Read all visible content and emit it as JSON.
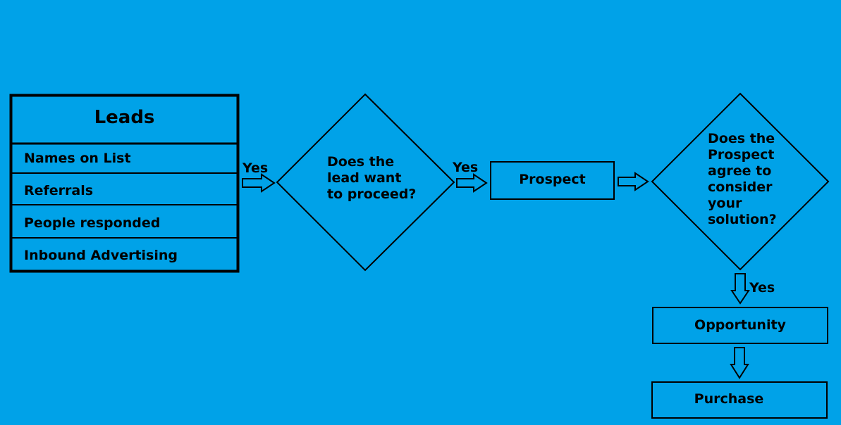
{
  "leads": {
    "title": "Leads",
    "items": [
      "Names on List",
      "Referrals",
      "People responded",
      "Inbound Advertising"
    ]
  },
  "decision1": {
    "text": "Does the\nlead want\nto proceed?"
  },
  "prospect": {
    "label": "Prospect"
  },
  "decision2": {
    "text": "Does the\nProspect\nagree to\nconsider\nyour\nsolution?"
  },
  "opportunity": {
    "label": "Opportunity"
  },
  "purchase": {
    "label": "Purchase"
  },
  "edges": {
    "yes1": "Yes",
    "yes2": "Yes",
    "yes3": "Yes"
  },
  "colors": {
    "background": "#00a2e8",
    "stroke": "#000000"
  }
}
